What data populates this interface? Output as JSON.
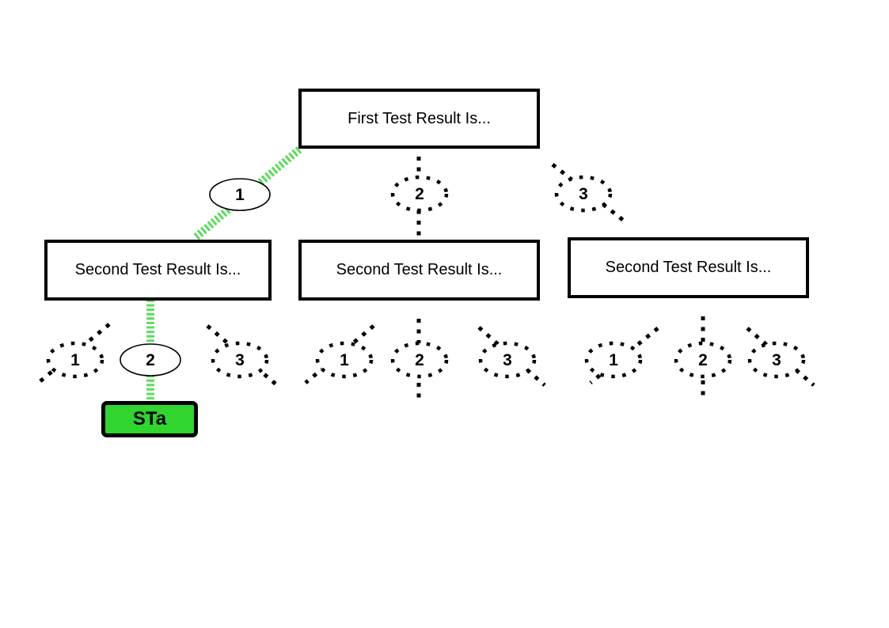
{
  "colors": {
    "background": "#ffffff",
    "node_border": "#000000",
    "node_fill": "#ffffff",
    "text": "#000000",
    "highlight_green": "#55DD55",
    "outcome_fill": "#30D530"
  },
  "tree": {
    "root": {
      "title": "First Test Result Is...",
      "branches": [
        {
          "label": "1",
          "style": "selected-green"
        },
        {
          "label": "2",
          "style": "dotted"
        },
        {
          "label": "3",
          "style": "dotted"
        }
      ]
    },
    "children": [
      {
        "title": "Second Test Result Is...",
        "branches": [
          {
            "label": "1",
            "style": "dotted"
          },
          {
            "label": "2",
            "style": "selected-green"
          },
          {
            "label": "3",
            "style": "dotted"
          }
        ]
      },
      {
        "title": "Second Test Result Is...",
        "branches": [
          {
            "label": "1",
            "style": "dotted"
          },
          {
            "label": "2",
            "style": "dotted"
          },
          {
            "label": "3",
            "style": "dotted"
          }
        ]
      },
      {
        "title": "Second Test Result Is...",
        "branches": [
          {
            "label": "1",
            "style": "dotted"
          },
          {
            "label": "2",
            "style": "dotted"
          },
          {
            "label": "3",
            "style": "dotted"
          }
        ]
      }
    ],
    "outcome": {
      "label": "STa"
    }
  }
}
